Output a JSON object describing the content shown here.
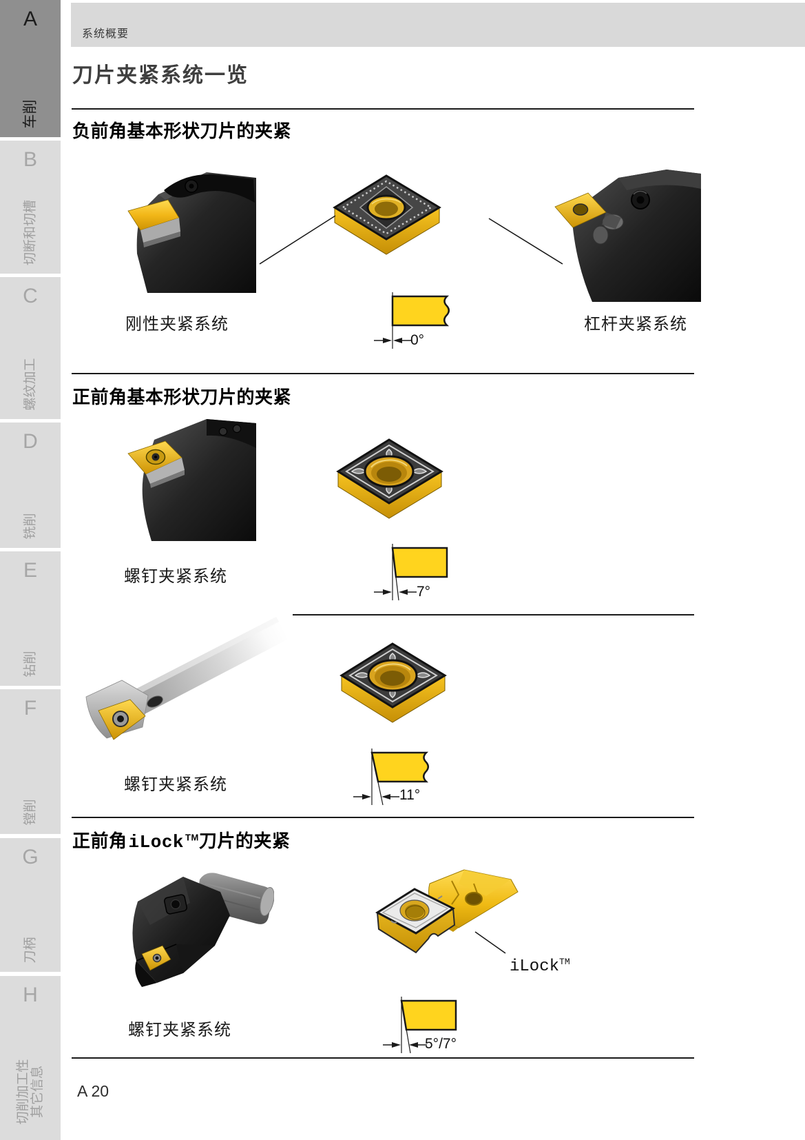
{
  "header": {
    "section_label": "系统概要"
  },
  "page": {
    "title": "刀片夹紧系统一览",
    "footer_page": "A 20"
  },
  "sidebar": {
    "tabs": [
      {
        "letter": "A",
        "label": "车削"
      },
      {
        "letter": "B",
        "label": "切断和切槽"
      },
      {
        "letter": "C",
        "label": "螺纹加工"
      },
      {
        "letter": "D",
        "label": "铣削"
      },
      {
        "letter": "E",
        "label": "钻削"
      },
      {
        "letter": "F",
        "label": "镗削"
      },
      {
        "letter": "G",
        "label": "刀柄"
      },
      {
        "letter": "H",
        "label": "切削加工性",
        "label2": "其它信息"
      }
    ]
  },
  "sections": {
    "negative": {
      "heading": "负前角基本形状刀片的夹紧",
      "rigid_label": "刚性夹紧系统",
      "lever_label": "杠杆夹紧系统",
      "angle": "0°"
    },
    "positive": {
      "heading": "正前角基本形状刀片的夹紧",
      "screw_label_1": "螺钉夹紧系统",
      "angle_1": "7°",
      "screw_label_2": "螺钉夹紧系统",
      "angle_2": "11°"
    },
    "ilock": {
      "heading_prefix": "正前角",
      "brand": "iLock",
      "tm": "TM",
      "heading_suffix": "刀片的夹紧",
      "screw_label": "螺钉夹紧系统",
      "callout_brand": "iLock",
      "callout_tm": "TM",
      "angle": "5°/7°"
    }
  },
  "colors": {
    "insert_yellow": "#FFD41E",
    "gold_dark": "#C8920A",
    "tab_active_bg": "#8F8F8F",
    "tab_idle_bg": "#DCDCDC",
    "header_band": "#D9D9D9",
    "line": "#1A1A1A"
  }
}
